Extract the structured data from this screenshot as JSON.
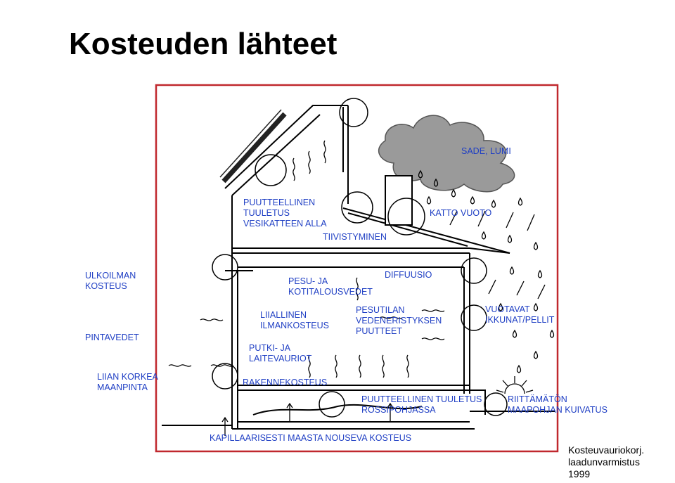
{
  "title": "Kosteuden lähteet",
  "labels": {
    "sade_lumi": "SADE, LUMI",
    "tuuletus_vesikatteen_1": "PUUTTEELLINEN",
    "tuuletus_vesikatteen_2": "TUULETUS",
    "tuuletus_vesikatteen_3": "VESIKATTEEN ALLA",
    "katto_vuoto": "KATTO VUOTO",
    "tiivistyminen": "TIIVISTYMINEN",
    "ulkoilman_1": "ULKOILMAN",
    "ulkoilman_2": "KOSTEUS",
    "pesu_1": "PESU- JA",
    "pesu_2": "KOTITALOUSVEDET",
    "diffuusio": "DIFFUUSIO",
    "pintavedet": "PINTAVEDET",
    "liiallinen_1": "LIIALLINEN",
    "liiallinen_2": "ILMANKOSTEUS",
    "pesutilan_1": "PESUTILAN",
    "pesutilan_2": "VEDENERISTYKSEN",
    "pesutilan_3": "PUUTTEET",
    "vuotavat_1": "VUOTAVAT",
    "vuotavat_2": "IKKUNAT/PELLIT",
    "putki_1": "PUTKI- JA",
    "putki_2": "LAITEVAURIOT",
    "liian_1": "LIIAN KORKEA",
    "liian_2": "MAANPINTA",
    "rakennekosteus": "RAKENNEKOSTEUS",
    "rossipohja_1": "PUUTTEELLINEN TUULETUS",
    "rossipohja_2": "ROSSIPOHJASSA",
    "riittamaton_1": "RIITTÄMÄTÖN",
    "riittamaton_2": "MAAPOHJAN KUIVATUS",
    "kapillaarisesti": "KAPILLAARISESTI MAASTA NOUSEVA KOSTEUS"
  },
  "footer": {
    "line1": "Kosteuvauriokorj.",
    "line2": "laadunvarmistus",
    "line3": "1999"
  },
  "colors": {
    "label": "#1f3fc4",
    "frame": "#c0282e",
    "line": "#000000"
  }
}
